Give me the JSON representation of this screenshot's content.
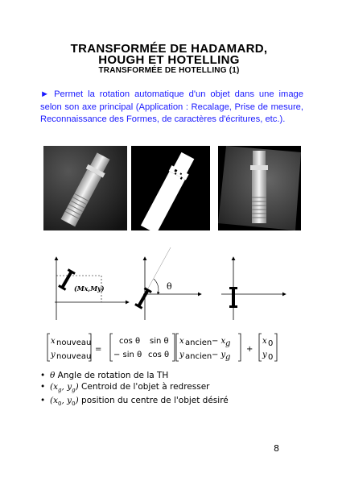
{
  "title": {
    "line1": "TRANSFORMÉE DE HADAMARD,",
    "line2": "HOUGH ET HOTELLING",
    "subtitle": "TRANSFORMÉE DE HOTELLING (1)"
  },
  "intro": {
    "marker": "►",
    "text": "Permet la rotation automatique d'un objet dans une image selon son axe principal (Application : Recalage, Prise de mesure, Reconnaissance des Formes, de caractères d'écritures, etc.)."
  },
  "diagrams": {
    "centroid_label": "(Mx,My)",
    "angle_label": "θ"
  },
  "formula": {
    "x_new": "x",
    "x_new_sub": "nouveau",
    "y_new": "y",
    "y_new_sub": "nouveau",
    "equals": "=",
    "cos": "cos θ",
    "sin": "sin θ",
    "neg_sin": "− sin θ",
    "cos2": "cos θ",
    "x_old": "x",
    "x_old_sub": "ancien",
    "minus_xg": "− x",
    "g": "g",
    "y_old": "y",
    "y_old_sub": "ancien",
    "minus_yg": "− y",
    "plus": "+",
    "x0": "x",
    "y0": "y",
    "zero": "0"
  },
  "bullets": [
    {
      "math": "θ",
      "text": " Angle de rotation de la TH"
    },
    {
      "math": "(x",
      "sub": "g",
      "math2": ", y",
      "sub2": "g",
      "math3": ")",
      "text": " Centroid de l'objet à redresser"
    },
    {
      "math": "(x",
      "sub": "0",
      "math2": ", y",
      "sub2": "0",
      "math3": ")",
      "text": " position du centre de l'objet désiré"
    }
  ],
  "page_number": "8"
}
